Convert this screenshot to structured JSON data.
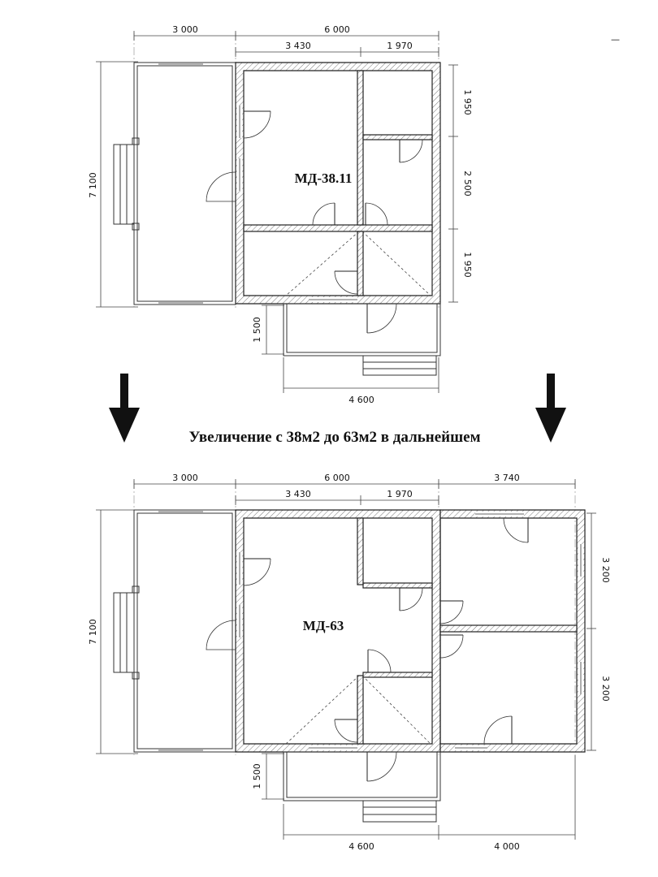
{
  "top_plan": {
    "label": "МД-38.11",
    "dims": {
      "veranda_width": "3 000",
      "house_width": "6 000",
      "room_left_width": "3 430",
      "room_right_width": "1 970",
      "depth": "7 100",
      "right_1": "1 950",
      "right_2": "2 500",
      "right_3": "1 950",
      "porch_depth": "1 500",
      "porch_width": "4 600"
    }
  },
  "headline": "Увеличение с 38м2 до 63м2 в дальнейшем",
  "bottom_plan": {
    "label": "МД-63",
    "dims": {
      "veranda_width": "3 000",
      "house_width": "6 000",
      "extension_width": "3 740",
      "room_left_width": "3 430",
      "room_right_width": "1 970",
      "depth": "7 100",
      "ext_room_1": "3 200",
      "ext_room_2": "3 200",
      "porch_depth": "1 500",
      "porch_width": "4 600",
      "ext_bottom_width": "4 000"
    }
  },
  "corner_mark": "—",
  "icons": [
    "arrow-down-icon",
    "arrow-down-icon"
  ],
  "colors": {
    "ink": "#111111",
    "hatch": "#888888",
    "background": "#ffffff"
  }
}
